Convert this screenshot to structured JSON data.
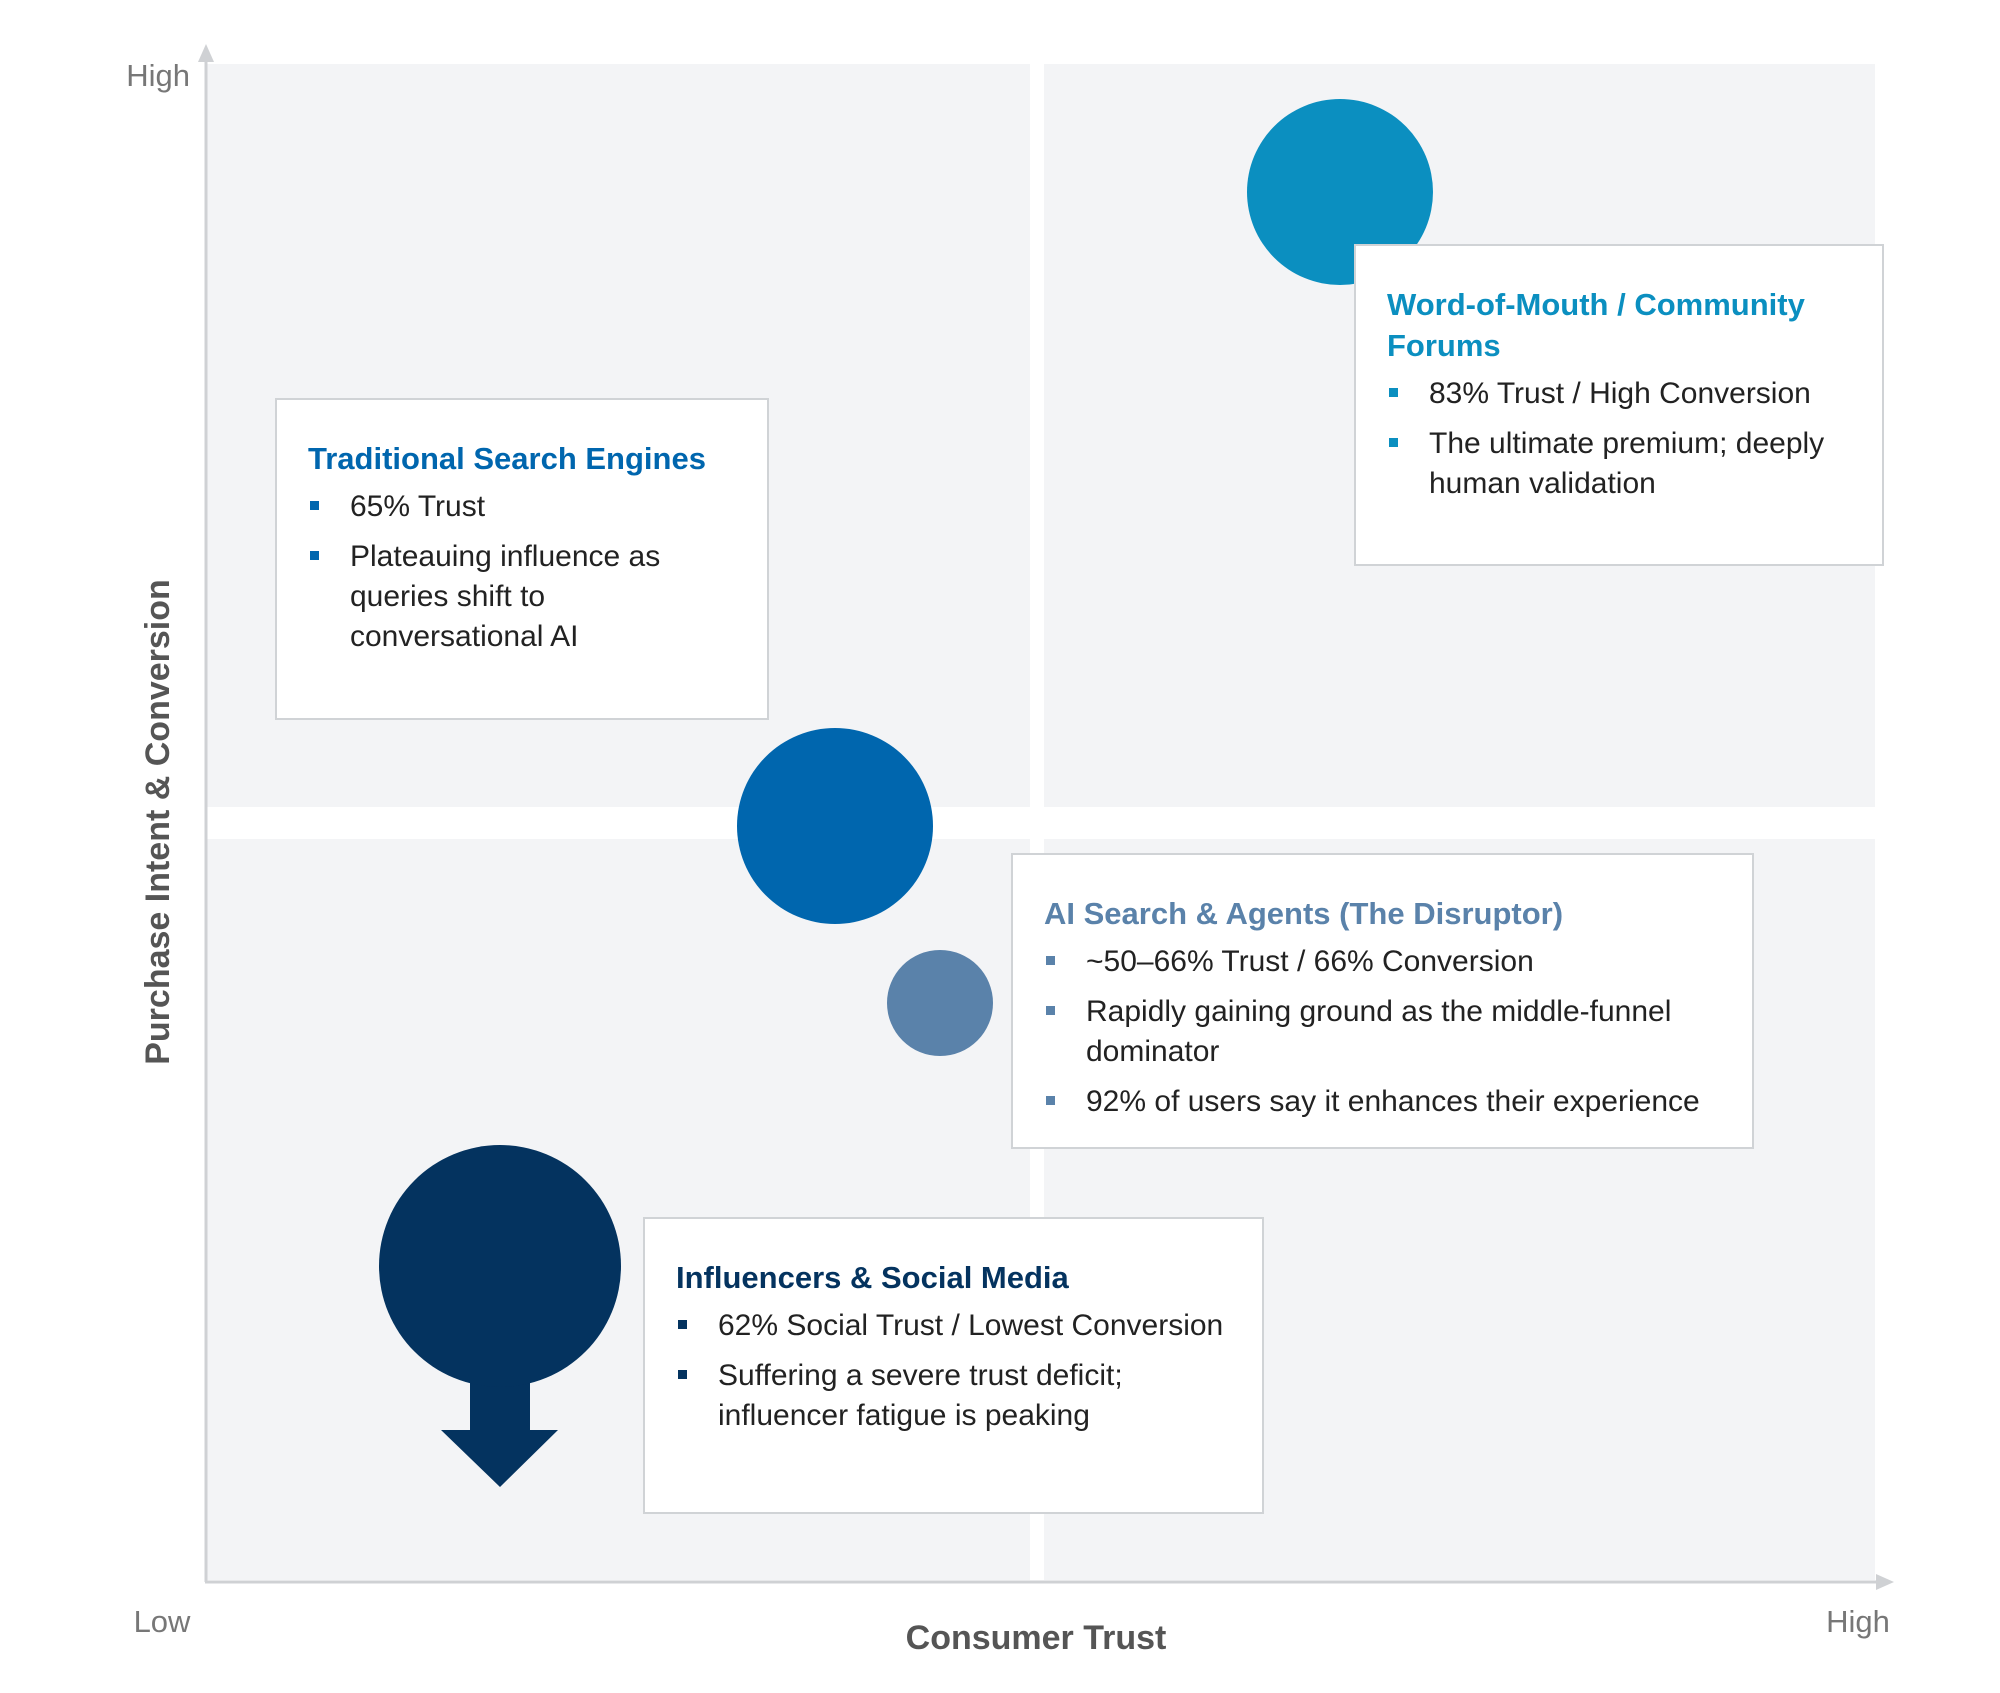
{
  "axes": {
    "x_title": "Consumer Trust",
    "y_title": "Purchase Intent & Conversion",
    "x_low": "Low",
    "x_high": "High",
    "y_high": "High"
  },
  "colors": {
    "quadrant_bg": "#f3f4f6",
    "axis": "#cfd1d4",
    "word_of_mouth": "#0b8fc0",
    "traditional_search": "#0066ae",
    "ai_search": "#5a82aa",
    "influencers": "#04335f"
  },
  "cards": {
    "word_of_mouth": {
      "title": "Word-of-Mouth / Community Forums",
      "bullets": [
        "83% Trust / High Conversion",
        "The ultimate premium; deeply human validation"
      ]
    },
    "traditional_search": {
      "title": "Traditional Search Engines",
      "bullets": [
        "65% Trust",
        "Plateauing influence as queries shift to conversational AI"
      ]
    },
    "ai_search": {
      "title": "AI Search & Agents (The Disruptor)",
      "bullets": [
        "~50–66% Trust / 66% Conversion",
        "Rapidly gaining ground as the middle-funnel dominator",
        "92% of users say it enhances their experience"
      ]
    },
    "influencers": {
      "title": "Influencers & Social Media",
      "bullets": [
        "62% Social Trust / Lowest Conversion",
        "Suffering a severe trust deficit; influencer fatigue is peaking"
      ]
    }
  },
  "icons": {
    "down_arrow": "arrow-down-icon",
    "bullet": "square-bullet-icon",
    "axis_arrow": "axis-arrow-icon"
  }
}
